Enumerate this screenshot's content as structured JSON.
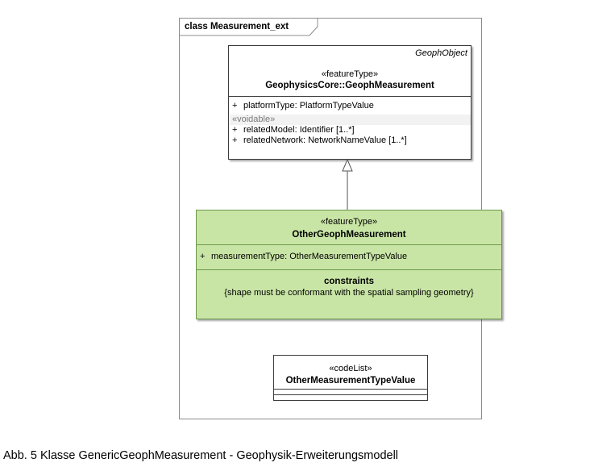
{
  "frame": {
    "title": "class Measurement_ext"
  },
  "geoph_measurement": {
    "parent": "GeophObject",
    "stereotype": "«featureType»",
    "name": "GeophysicsCore::GeophMeasurement",
    "attributes": [
      {
        "visibility": "+",
        "text": "platformType:  PlatformTypeValue"
      }
    ],
    "voidable_label": "«voidable»",
    "voidable_attributes": [
      {
        "visibility": "+",
        "text": "relatedModel:  Identifier [1..*]"
      },
      {
        "visibility": "+",
        "text": "relatedNetwork:  NetworkNameValue [1..*]"
      }
    ]
  },
  "other_geoph_measurement": {
    "stereotype": "«featureType»",
    "name": "OtherGeophMeasurement",
    "attributes": [
      {
        "visibility": "+",
        "text": "measurementType:  OtherMeasurementTypeValue"
      }
    ],
    "constraints_label": "constraints",
    "constraints": [
      "{shape must be conformant with the spatial sampling geometry}"
    ]
  },
  "code_list": {
    "stereotype": "«codeList»",
    "name": "OtherMeasurementTypeValue"
  },
  "caption": "Abb. 5 Klasse GenericGeophMeasurement - Geophysik-Erweiterungsmodell"
}
